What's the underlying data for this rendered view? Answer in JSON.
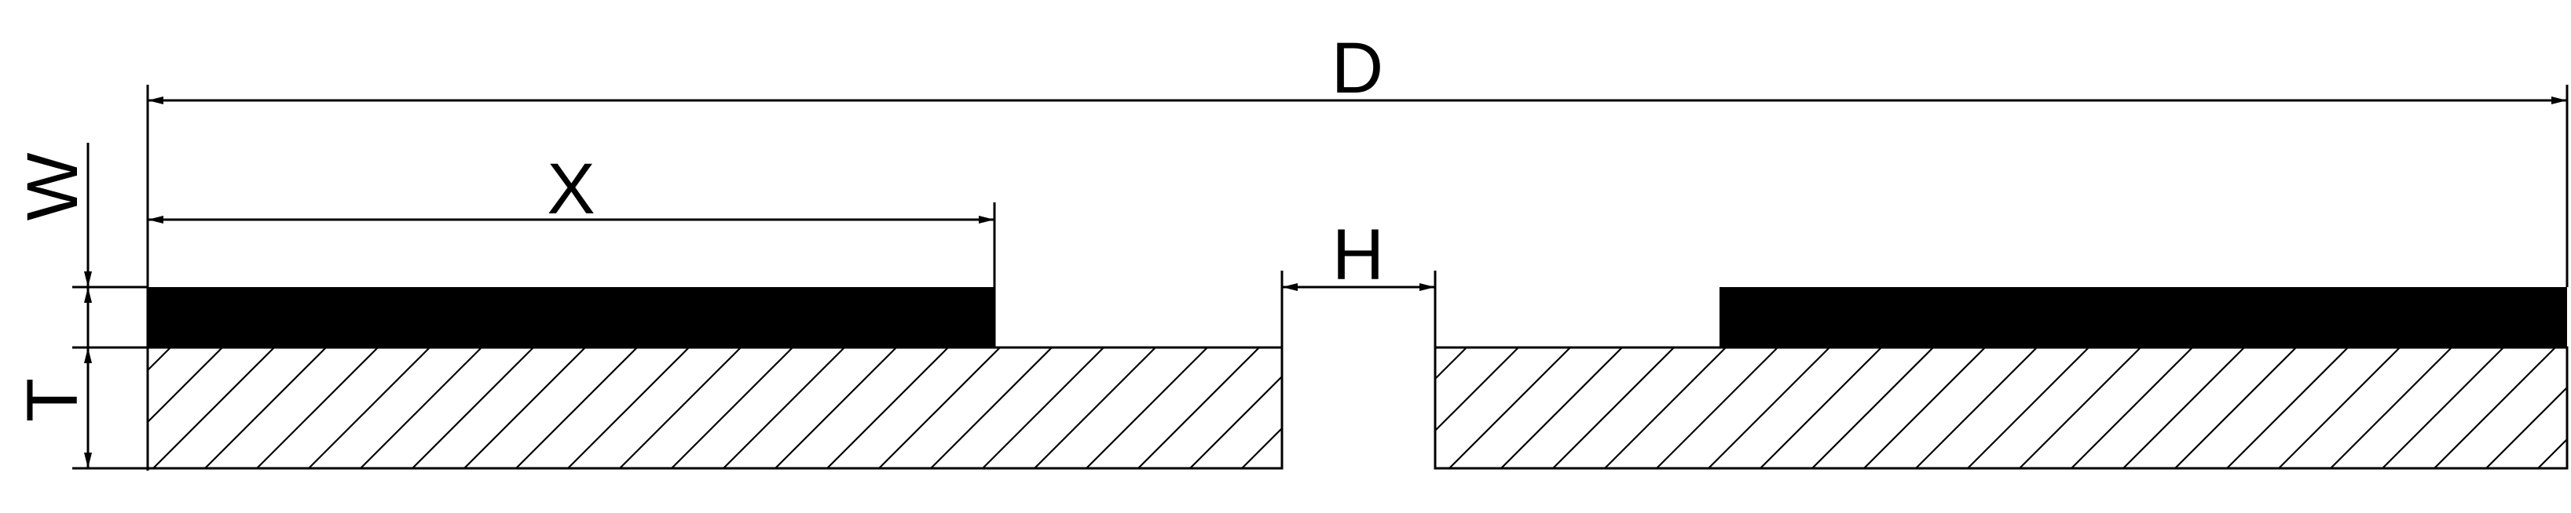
{
  "labels": {
    "outer_diameter": "D",
    "segment_length": "X",
    "center_hole": "H",
    "width": "W",
    "thickness": "T"
  },
  "colors": {
    "ink": "#000000",
    "background": "#ffffff",
    "segment_fill": "#000000"
  }
}
